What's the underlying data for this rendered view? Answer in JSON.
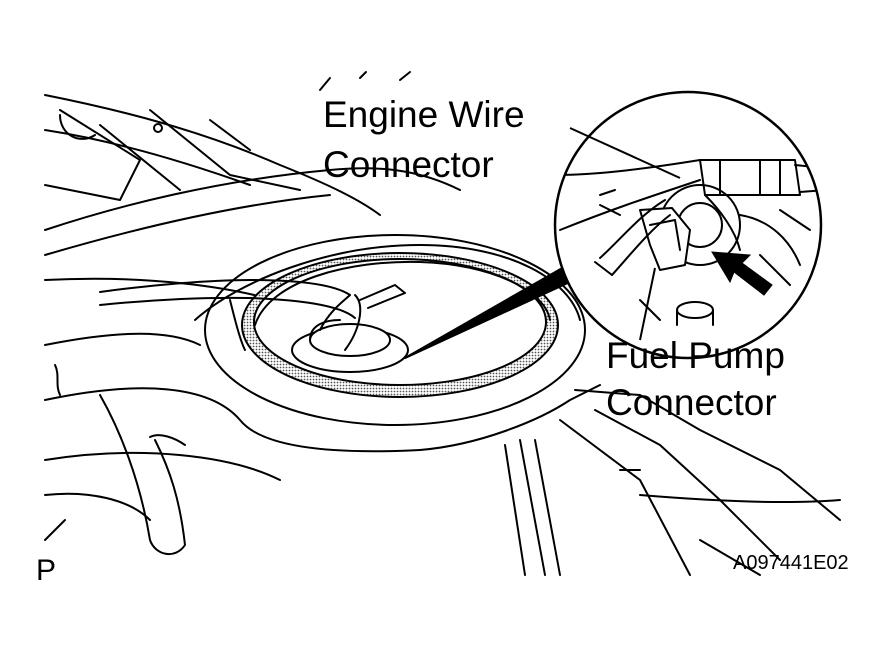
{
  "labels": {
    "engine_wire_connector": [
      "Engine Wire",
      "Connector"
    ],
    "fuel_pump_connector": [
      "Fuel Pump",
      "Connector"
    ],
    "view_letter": "P",
    "figure_id": "A097441E02"
  },
  "colors": {
    "line": "#000000",
    "background": "#ffffff",
    "seal": "#8a8a8a"
  }
}
